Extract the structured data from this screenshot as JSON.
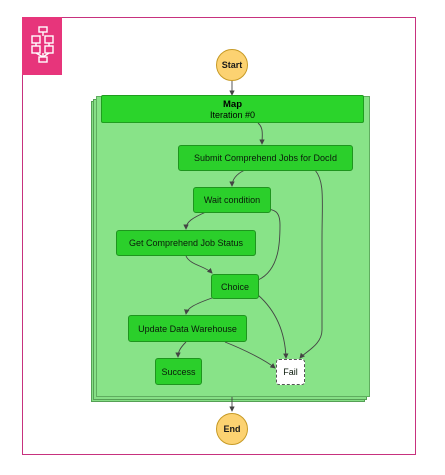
{
  "diagram": {
    "start_label": "Start",
    "end_label": "End",
    "map": {
      "title": "Map",
      "subtitle": "Iteration #0"
    },
    "states": {
      "submit": "Submit Comprehend Jobs for DocId",
      "wait": "Wait condition",
      "get_status": "Get Comprehend Job Status",
      "choice": "Choice",
      "update_dw": "Update Data Warehouse",
      "success": "Success",
      "fail": "Fail"
    }
  },
  "colors": {
    "frame_border": "#c7317e",
    "icon_bg": "#e7357b",
    "map_fill": "#88e388",
    "state_fill": "#2bcf2b",
    "terminal_fill": "#fcd271"
  }
}
